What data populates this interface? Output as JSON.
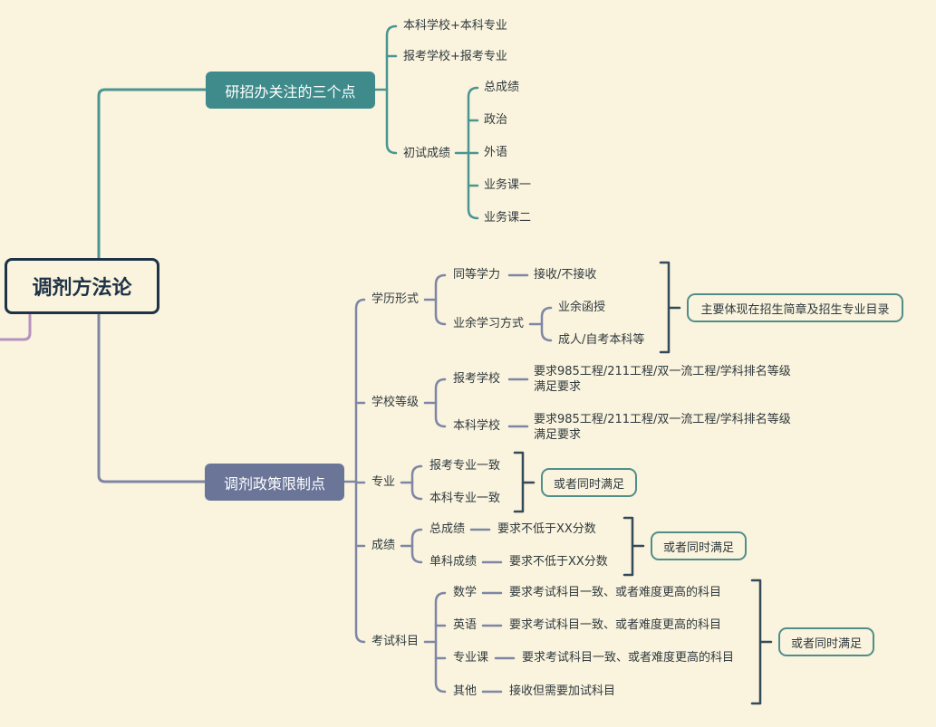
{
  "root": {
    "label": "调剂方法论"
  },
  "colors": {
    "background": "#faf3dd",
    "root_border": "#1e3347",
    "branch1": "#3f8b8b",
    "branch2": "#6a7598",
    "branch_left": "#b07cb8",
    "summary_border": "#4f8f8a",
    "bracket": "#334a5a"
  },
  "branch1": {
    "label": "研招办关注的三个点",
    "children": [
      {
        "label": "本科学校+本科专业"
      },
      {
        "label": "报考学校+报考专业"
      },
      {
        "label": "初试成绩",
        "children": [
          {
            "label": "总成绩"
          },
          {
            "label": "政治"
          },
          {
            "label": "外语"
          },
          {
            "label": "业务课一"
          },
          {
            "label": "业务课二"
          }
        ]
      }
    ]
  },
  "branch2": {
    "label": "调剂政策限制点",
    "children": [
      {
        "label": "学历形式",
        "children": [
          {
            "label": "同等学力",
            "detail": "接收/不接收"
          },
          {
            "label": "业余学习方式",
            "children": [
              {
                "label": "业余函授"
              },
              {
                "label": "成人/自考本科等"
              }
            ]
          }
        ],
        "summary": "主要体现在招生简章及招生专业目录"
      },
      {
        "label": "学校等级",
        "children": [
          {
            "label": "报考学校",
            "detail_line1": "要求985工程/211工程/双一流工程/学科排名等级",
            "detail_line2": "满足要求"
          },
          {
            "label": "本科学校",
            "detail_line1": "要求985工程/211工程/双一流工程/学科排名等级",
            "detail_line2": "满足要求"
          }
        ]
      },
      {
        "label": "专业",
        "children": [
          {
            "label": "报考专业一致"
          },
          {
            "label": "本科专业一致"
          }
        ],
        "summary": "或者同时满足"
      },
      {
        "label": "成绩",
        "children": [
          {
            "label": "总成绩",
            "detail": "要求不低于XX分数"
          },
          {
            "label": "单科成绩",
            "detail": "要求不低于XX分数"
          }
        ],
        "summary": "或者同时满足"
      },
      {
        "label": "考试科目",
        "children": [
          {
            "label": "数学",
            "detail": "要求考试科目一致、或者难度更高的科目"
          },
          {
            "label": "英语",
            "detail": "要求考试科目一致、或者难度更高的科目"
          },
          {
            "label": "专业课",
            "detail": "要求考试科目一致、或者难度更高的科目"
          },
          {
            "label": "其他",
            "detail": "接收但需要加试科目"
          }
        ],
        "summary": "或者同时满足"
      }
    ]
  }
}
